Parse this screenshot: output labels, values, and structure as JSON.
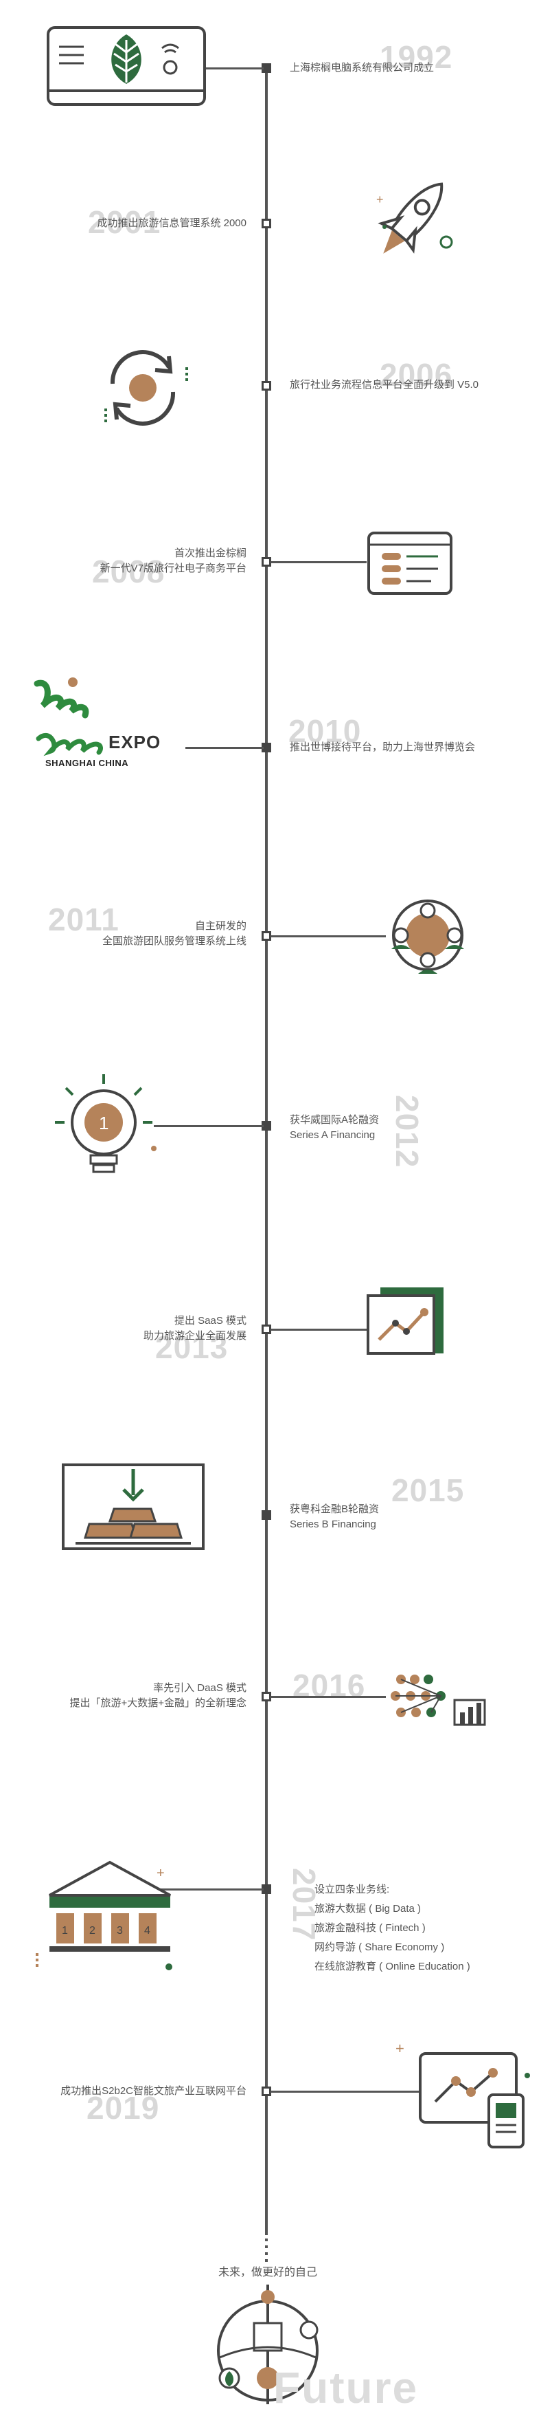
{
  "colors": {
    "axis": "#555555",
    "accent": "#b5835a",
    "green": "#2e6b3e",
    "dark": "#444444",
    "year": "#d8d8d8"
  },
  "events": [
    {
      "year": "1992",
      "text": [
        "上海棕榈电脑系统有限公司成立"
      ],
      "icon": "computer-leaf-icon"
    },
    {
      "year": "2001",
      "text": [
        "成功推出旅游信息管理系统 2000"
      ],
      "icon": "rocket-icon"
    },
    {
      "year": "2006",
      "text": [
        "旅行社业务流程信息平台全面升级到 V5.0"
      ],
      "icon": "refresh-cycle-icon"
    },
    {
      "year": "2008",
      "text": [
        "首次推出金棕榈",
        "新一代V7版旅行社电子商务平台"
      ],
      "icon": "web-browser-icon"
    },
    {
      "year": "2010",
      "text": [
        "推出世博接待平台，助力上海世界博览会"
      ],
      "icon": "expo-logo"
    },
    {
      "year": "2011",
      "text": [
        "自主研发的",
        "全国旅游团队服务管理系统上线"
      ],
      "icon": "team-icon"
    },
    {
      "year": "2012",
      "text": [
        "获华威国际A轮融资",
        "Series A Financing"
      ],
      "icon": "lightbulb-coin-icon"
    },
    {
      "year": "2013",
      "text": [
        "提出 SaaS 模式",
        "助力旅游企业全面发展"
      ],
      "icon": "growth-chart-icon"
    },
    {
      "year": "2015",
      "text": [
        "获粤科金融B轮融资",
        "Series B Financing"
      ],
      "icon": "gold-bars-icon"
    },
    {
      "year": "2016",
      "text": [
        "率先引入 DaaS 模式",
        "提出「旅游+大数据+金融」的全新理念"
      ],
      "icon": "data-network-icon"
    },
    {
      "year": "2017",
      "text": [
        "设立四条业务线:",
        "旅游大数据 ( Big Data )",
        "旅游金融科技 ( Fintech )",
        "网约导游 ( Share Economy )",
        "在线旅游教育 ( Online Education )"
      ],
      "icon": "bank-icon"
    },
    {
      "year": "2019",
      "text": [
        "成功推出S2b2C智能文旅产业互联网平台"
      ],
      "icon": "devices-icon"
    }
  ],
  "expo": {
    "word": "EXPO",
    "caption": "SHANGHAI CHINA"
  },
  "future": {
    "caption": "未来，做更好的自己",
    "word": "Future"
  }
}
